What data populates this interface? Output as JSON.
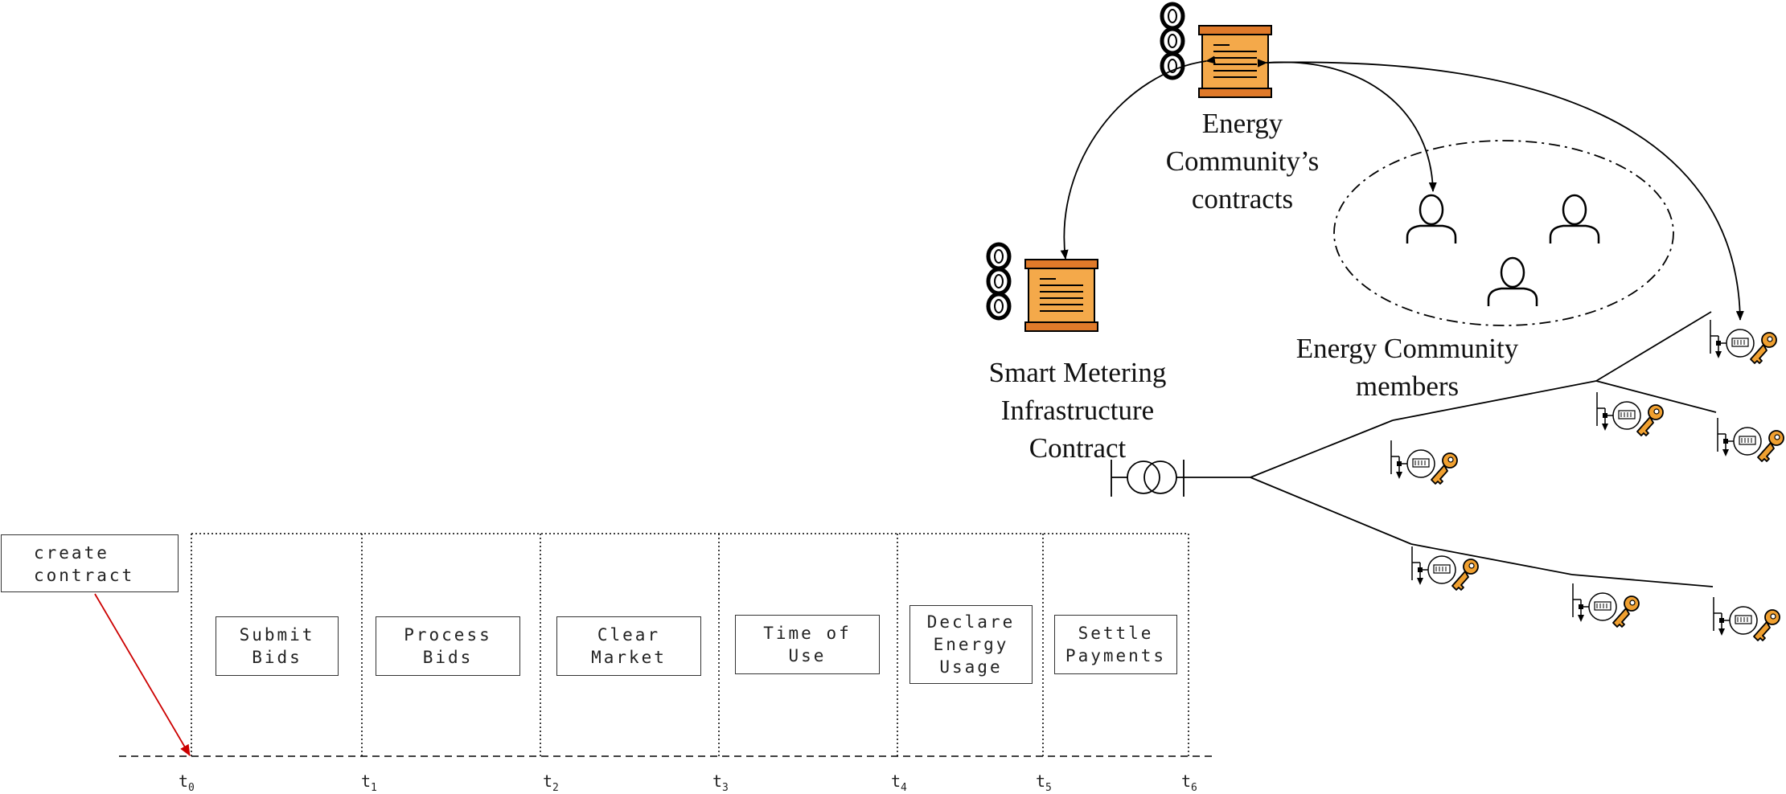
{
  "timeline": {
    "create_contract": "create\ncontract",
    "phases": [
      "Submit\nBids",
      "Process\nBids",
      "Clear\nMarket",
      "Time of\nUse",
      "Declare\nEnergy\nUsage",
      "Settle\nPayments"
    ],
    "ticks": [
      {
        "t": "t",
        "sub": "0"
      },
      {
        "t": "t",
        "sub": "1"
      },
      {
        "t": "t",
        "sub": "2"
      },
      {
        "t": "t",
        "sub": "3"
      },
      {
        "t": "t",
        "sub": "4"
      },
      {
        "t": "t",
        "sub": "5"
      },
      {
        "t": "t",
        "sub": "6"
      }
    ]
  },
  "labels": {
    "ec_contracts": "Energy\nCommunity’s\ncontracts",
    "smart_metering": "Smart Metering\nInfrastructure\nContract",
    "ec_members": "Energy Community\nmembers"
  },
  "colors": {
    "contract_fill": "#f4a94a",
    "contract_dark": "#e07a2a",
    "key": "#f0a030",
    "arrow_red": "#cc0000"
  },
  "icons": [
    "chain-icon",
    "scroll-icon",
    "person-icon",
    "smart-meter-icon",
    "key-icon",
    "transformer-icon"
  ]
}
